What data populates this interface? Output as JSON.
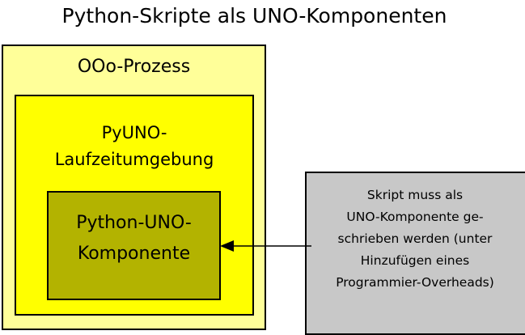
{
  "title": "Python-Skripte als UNO-Komponenten",
  "diagram": {
    "type": "nested-block-diagram",
    "boxes": {
      "ooo_process": {
        "label": "OOo-Prozess",
        "color": "#ffff99",
        "border_color": "#000000"
      },
      "pyuno_runtime": {
        "label_line_1": "PyUNO-",
        "label_line_2": "Laufzeitumgebung",
        "color": "#ffff00",
        "border_color": "#000000"
      },
      "python_uno_component": {
        "label_line_1": "Python-UNO-",
        "label_line_2": "Komponente",
        "color": "#b3b300",
        "border_color": "#000000"
      },
      "note": {
        "lines": [
          "Skript muss als",
          "UNO-Komponente ge-",
          "schrieben werden (unter",
          "Hinzufügen eines",
          "Programmier-Overheads)"
        ],
        "color": "#c8c8c8",
        "border_color": "#000000"
      }
    },
    "connector": {
      "from": "note",
      "to": "python_uno_component",
      "direction": "left",
      "style": "solid-line-with-filled-arrowhead",
      "color": "#000000"
    }
  }
}
